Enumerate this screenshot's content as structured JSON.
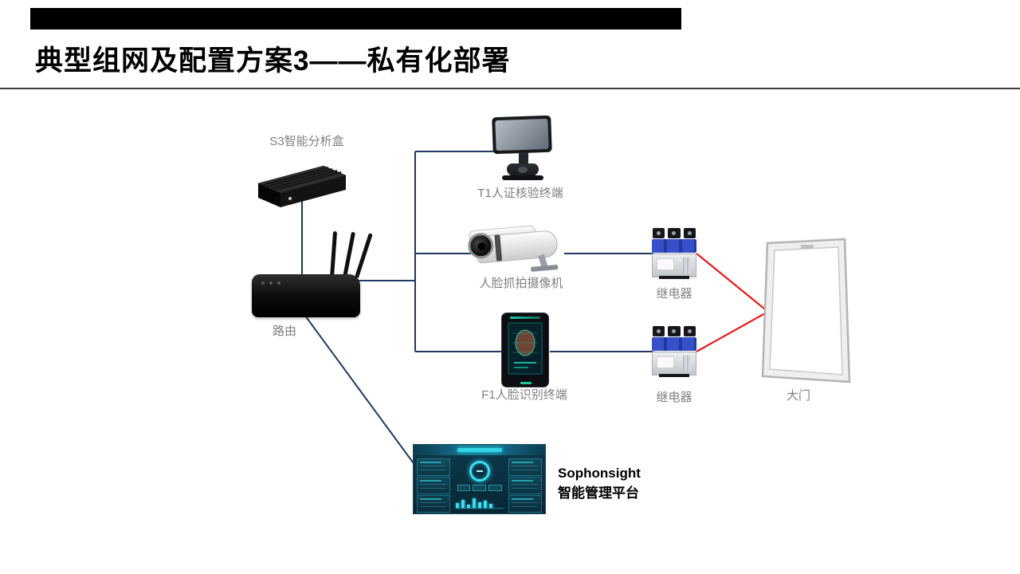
{
  "slide": {
    "title": "典型组网及配置方案3——私有化部署"
  },
  "labels": {
    "s3_box": "S3智能分析盒",
    "router": "路由",
    "t1_terminal": "T1人证核验终端",
    "face_camera": "人脸抓拍摄像机",
    "f1_terminal": "F1人脸识别终端",
    "relay_top": "继电器",
    "relay_bottom": "继电器",
    "gate": "大门",
    "platform": "Sophonsight智能管理平台"
  },
  "colors": {
    "connector": "#1F3864",
    "alarm": "#FF0000",
    "label": "#7F7F7F",
    "accent_bar": "#000000",
    "title": "#000000"
  }
}
